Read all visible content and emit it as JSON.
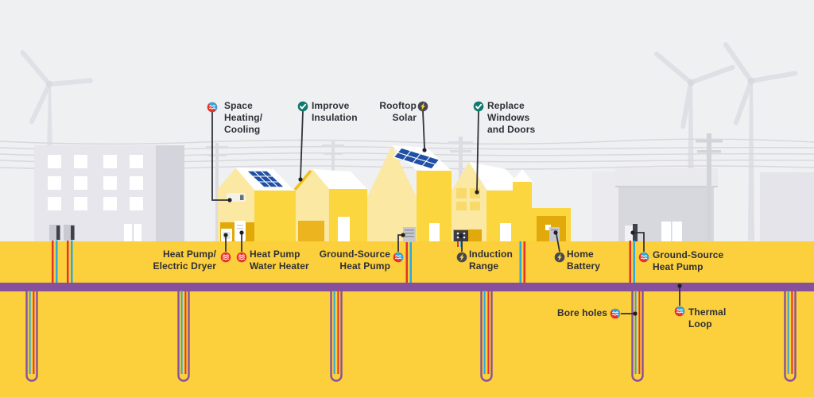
{
  "title": "Home electrification and ground-source heat pump infographic",
  "palette": {
    "sky": "#EFF0F2",
    "ground_yellow": "#FBD03C",
    "house_light_yellow": "#FBE8A2",
    "house_medium_yellow": "#FCD63E",
    "house_gold": "#E2A90A",
    "roof_white": "#FFFFFF",
    "solar_panel_blue": "#2050A6",
    "thermal_loop_purple": "#87509D",
    "pipe_red": "#E63229",
    "pipe_blue": "#2BA9E0",
    "icon_teal": "#10796B",
    "icon_dark_gray": "#47474F",
    "icon_red": "#E63229",
    "icon_blue": "#2BA9E0",
    "callout_line": "#33333B",
    "label_text": "#2F2F38",
    "building_gray": "#D8D8DF",
    "building_light_gray": "#E6E6EC",
    "power_line_gray": "#D7D7DD"
  },
  "icons": {
    "heating_cooling": "red-blue split circle with white heat waves",
    "check": "teal circle with white checkmark",
    "lightning": "dark gray circle with yellow lightning bolt",
    "heat": "red circle with white heat waves"
  },
  "callouts": {
    "space_heating_cooling": {
      "label": "Space\nHeating/\nCooling",
      "icon": "heating-cooling-icon"
    },
    "improve_insulation": {
      "label": "Improve\nInsulation",
      "icon": "check-icon"
    },
    "rooftop_solar": {
      "label": "Rooftop\nSolar",
      "icon": "lightning-icon"
    },
    "replace_windows_doors": {
      "label": "Replace\nWindows\nand Doors",
      "icon": "check-icon"
    },
    "heat_pump_electric_dryer": {
      "label": "Heat Pump/\nElectric Dryer",
      "icon": "heat-icon"
    },
    "heat_pump_water_heater": {
      "label": "Heat Pump\nWater Heater",
      "icon": "heat-icon"
    },
    "ground_source_heat_pump_left": {
      "label": "Ground-Source\nHeat Pump",
      "icon": "heating-cooling-icon"
    },
    "induction_range": {
      "label": "Induction\nRange",
      "icon": "lightning-icon"
    },
    "home_battery": {
      "label": "Home\nBattery",
      "icon": "lightning-icon"
    },
    "ground_source_heat_pump_right": {
      "label": "Ground-Source\nHeat Pump",
      "icon": "heating-cooling-icon"
    },
    "bore_holes": {
      "label": "Bore holes",
      "icon": "heating-cooling-icon"
    },
    "thermal_loop": {
      "label": "Thermal\nLoop",
      "icon": "heating-cooling-icon"
    }
  }
}
